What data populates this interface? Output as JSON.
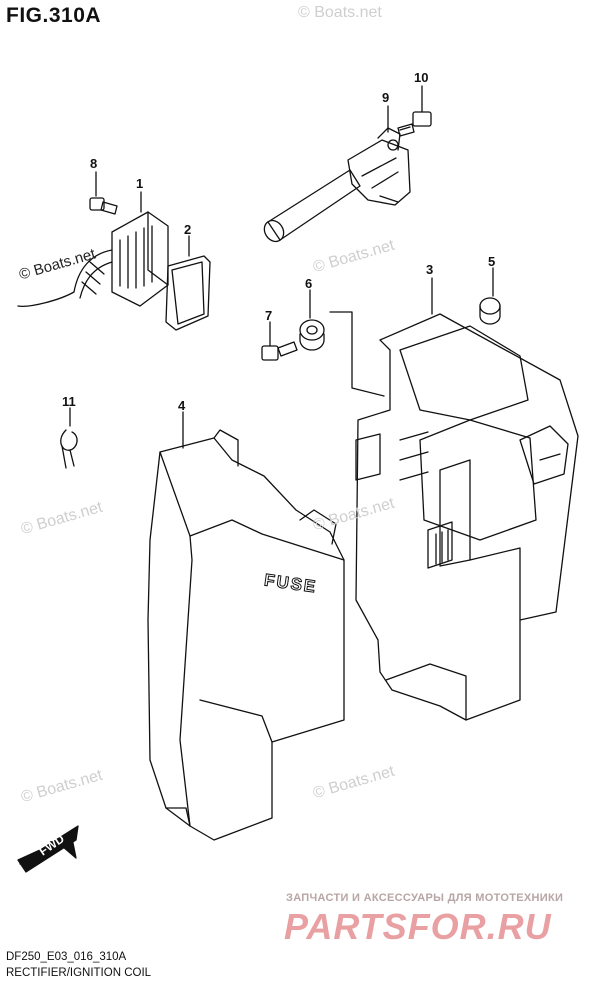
{
  "figure": {
    "title": "FIG.310A",
    "code": "DF250_E03_016_310A",
    "caption": "RECTIFIER/IGNITION COIL"
  },
  "callouts": [
    {
      "number": "1"
    },
    {
      "number": "2"
    },
    {
      "number": "3"
    },
    {
      "number": "4"
    },
    {
      "number": "5"
    },
    {
      "number": "6"
    },
    {
      "number": "7"
    },
    {
      "number": "8"
    },
    {
      "number": "9"
    },
    {
      "number": "10"
    },
    {
      "number": "11"
    }
  ],
  "direction_marker": {
    "label": "FWD"
  },
  "fuse_label": "FUSE",
  "watermark": {
    "text": "© Boats.net"
  },
  "advert": {
    "tagline": "ЗАПЧАСТИ И АКСЕССУАРЫ ДЛЯ МОТОТЕХНИКИ",
    "brand": "PARTSFOR.RU",
    "brand_color": "#e9a0a3"
  }
}
